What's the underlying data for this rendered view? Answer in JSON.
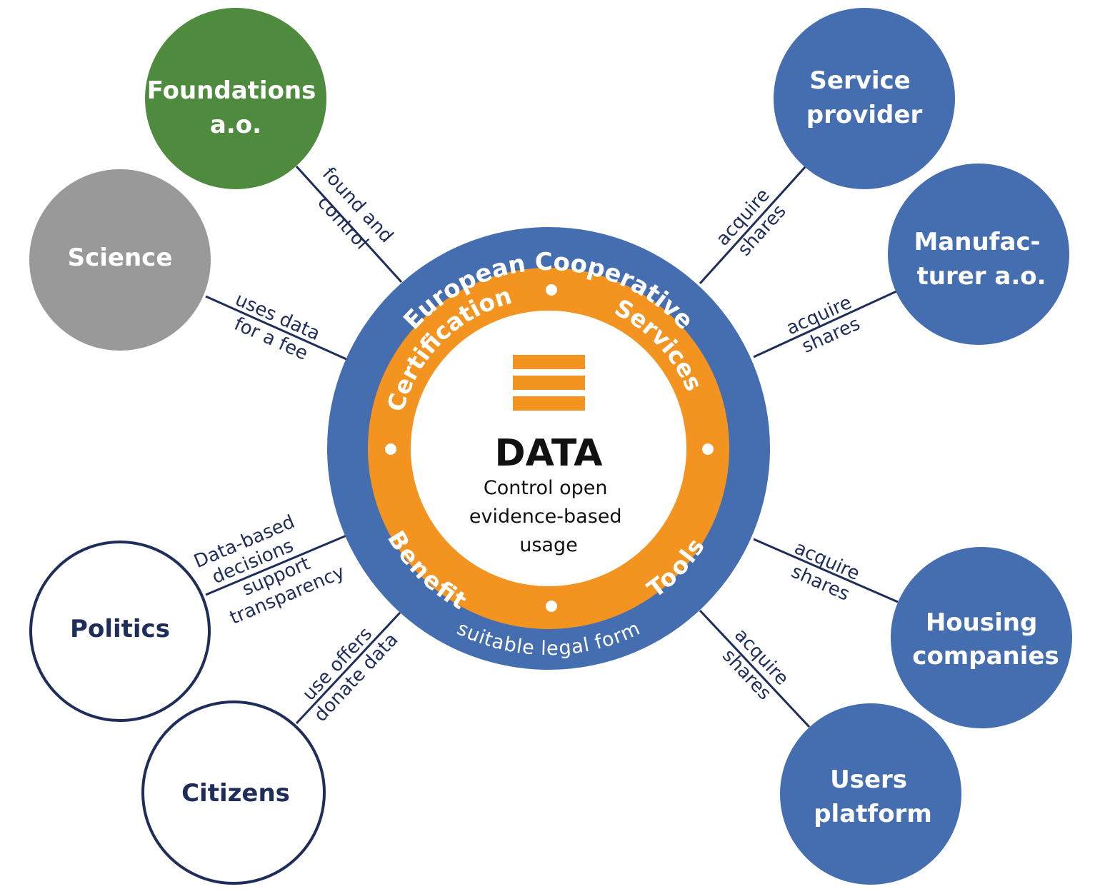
{
  "colors": {
    "blue": "#456eb1",
    "orange": "#f39421",
    "green": "#4f8b3e",
    "gray": "#999999",
    "navy": "#1f2d5a",
    "white": "#ffffff"
  },
  "center": {
    "title": "DATA",
    "subtitle_lines": [
      "Control open",
      "evidence-based",
      "usage"
    ],
    "icon": "stacked-bars-icon"
  },
  "outer_ring": {
    "top_label": "European Cooperative",
    "bottom_label": "suitable legal form"
  },
  "inner_ring": {
    "labels": {
      "top_left": "Certification",
      "top_right": "Services",
      "bottom_left": "Benefit",
      "bottom_right": "Tools"
    }
  },
  "satellites": {
    "foundations": {
      "lines": [
        "Foundations",
        "a.o."
      ],
      "edge_label": [
        "found and",
        "control"
      ]
    },
    "science": {
      "lines": [
        "Science"
      ],
      "edge_label": [
        "uses data",
        "for a fee"
      ]
    },
    "politics": {
      "lines": [
        "Politics"
      ],
      "edge_label": [
        "Data-based",
        "decisions",
        "support",
        "transparency"
      ]
    },
    "citizens": {
      "lines": [
        "Citizens"
      ],
      "edge_label": [
        "use offers",
        "donate data"
      ]
    },
    "service_provider": {
      "lines": [
        "Service",
        "provider"
      ],
      "edge_label": [
        "acquire",
        "shares"
      ]
    },
    "manufacturer": {
      "lines": [
        "Manufac-",
        "turer a.o."
      ],
      "edge_label": [
        "acquire",
        "shares"
      ]
    },
    "housing": {
      "lines": [
        "Housing",
        "companies"
      ],
      "edge_label": [
        "acquire",
        "shares"
      ]
    },
    "users": {
      "lines": [
        "Users",
        "platform"
      ],
      "edge_label": [
        "acquire",
        "shares"
      ]
    }
  }
}
